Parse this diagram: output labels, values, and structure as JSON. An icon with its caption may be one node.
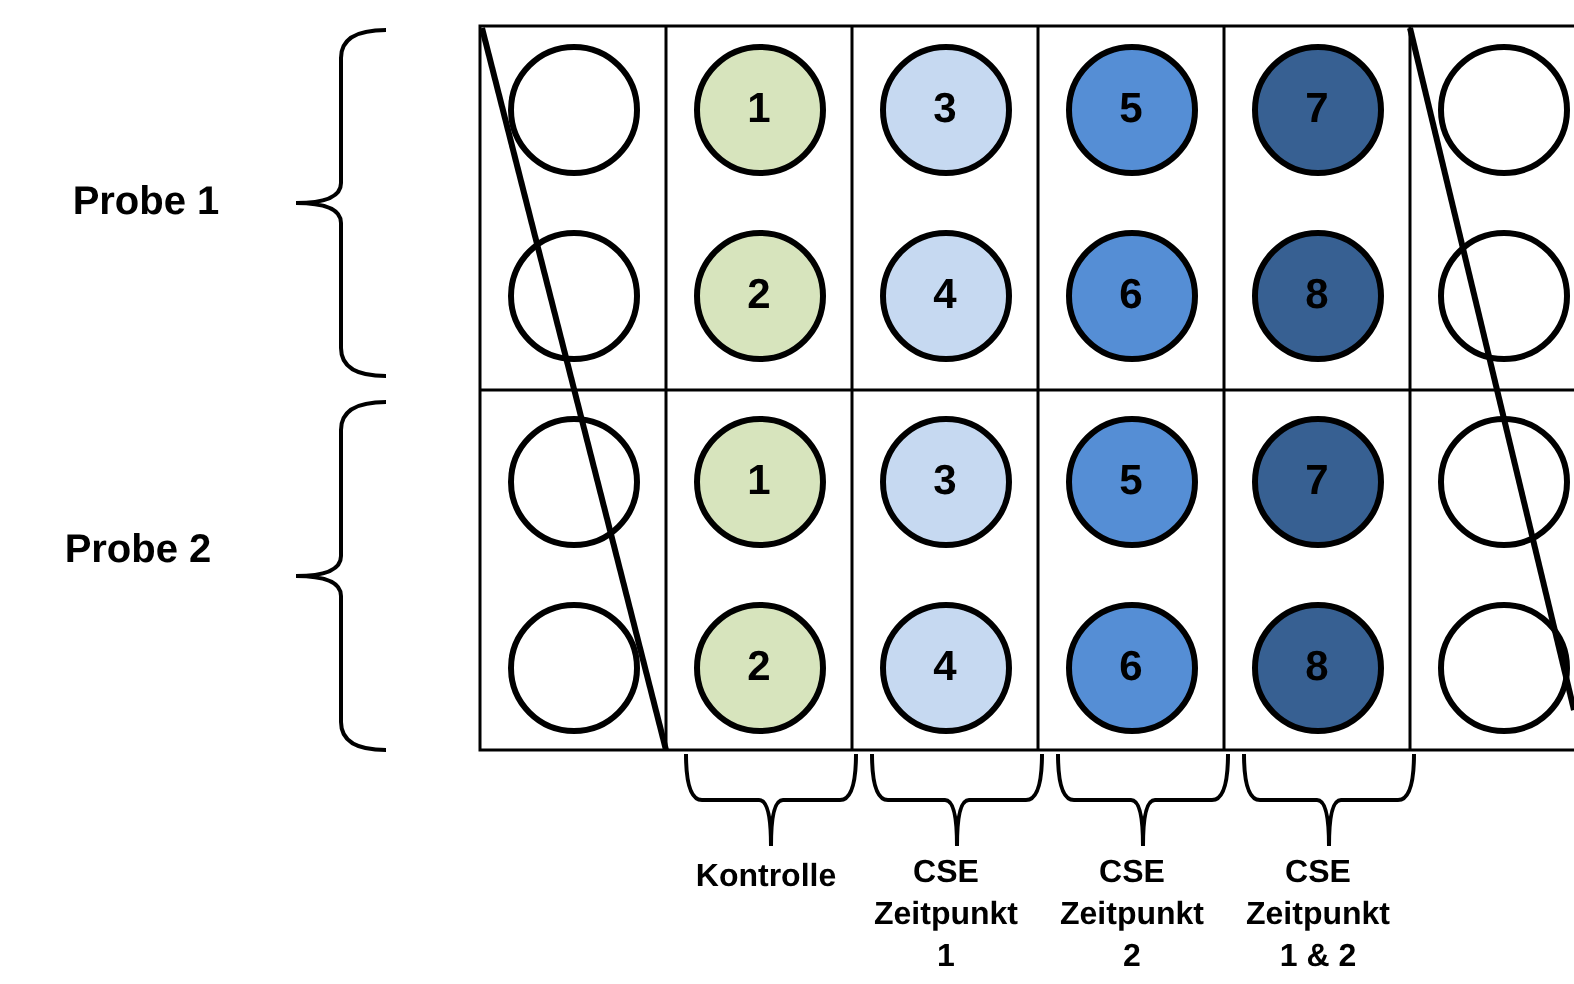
{
  "diagram": {
    "nodes": [
      {
        "text": [],
        "shape": "circle"
      },
      {
        "text": [
          "1"
        ]
      },
      {
        "text": [
          "3"
        ]
      },
      {
        "text": [
          "5"
        ]
      },
      {
        "text": [
          "7"
        ]
      },
      {
        "text": [],
        "shape": "circle"
      },
      {
        "text": [],
        "shape": "circle"
      },
      {
        "text": [
          "2"
        ]
      },
      {
        "text": [
          "4"
        ]
      },
      {
        "text": [
          "6"
        ]
      },
      {
        "text": [
          "8"
        ]
      },
      {
        "text": [],
        "shape": "circle"
      },
      {
        "text": [],
        "shape": "circle"
      },
      {
        "text": [
          "1"
        ]
      },
      {
        "text": [
          "3"
        ]
      },
      {
        "text": [
          "5"
        ]
      },
      {
        "text": [
          "7"
        ]
      },
      {
        "text": [],
        "shape": "circle"
      },
      {
        "text": [],
        "shape": "circle"
      },
      {
        "text": [
          "2"
        ]
      },
      {
        "text": [
          "4"
        ]
      },
      {
        "text": [
          "6"
        ]
      },
      {
        "text": [
          "8"
        ]
      },
      {
        "text": [],
        "shape": "circle"
      }
    ],
    "labels": [
      "Probe 1",
      "Probe 2",
      "Kontrolle",
      "CSE Zeitpunkt 1",
      "CSE Zeitpunkt 2",
      "CSE Zeitpunkt 1 & 2"
    ]
  }
}
